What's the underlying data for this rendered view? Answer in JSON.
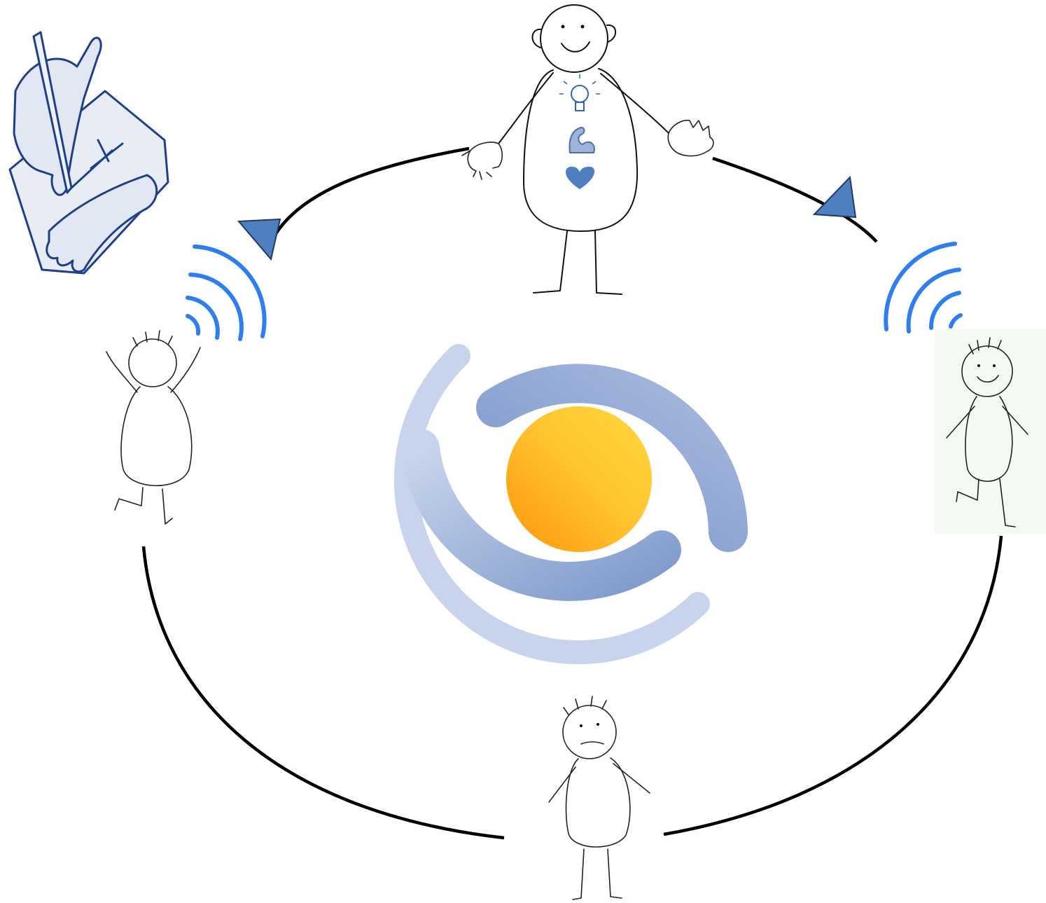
{
  "diagram": {
    "type": "cycle",
    "colors": {
      "ring": "#000000",
      "arrowhead": "#4f7fbf",
      "signal_wave": "#2e7ef0",
      "sun_light": "#ffd23a",
      "sun_dark": "#ff9f14",
      "swirl": "#7f9acc",
      "hand_drawing": "#1f3f8a",
      "figure_ink": "#111111"
    },
    "nodes": [
      {
        "id": "top",
        "figure": "smiling-person-with-open-hands",
        "body_icons": [
          "lightbulb-icon",
          "flexed-biceps-icon",
          "heart-icon"
        ]
      },
      {
        "id": "right",
        "figure": "smiling-person-walking",
        "signal": "signal-waves-icon"
      },
      {
        "id": "bottom",
        "figure": "frowning-person"
      },
      {
        "id": "left",
        "figure": "cheering-person-arms-up",
        "signal": "signal-waves-icon"
      }
    ],
    "center_logo": "sun-swirl-logo",
    "corner_image": "hands-writing-icon",
    "arrows": [
      {
        "from": "top",
        "to": "left",
        "direction": "counter-clockwise"
      },
      {
        "from": "top",
        "to": "right",
        "direction": "clockwise"
      }
    ]
  }
}
